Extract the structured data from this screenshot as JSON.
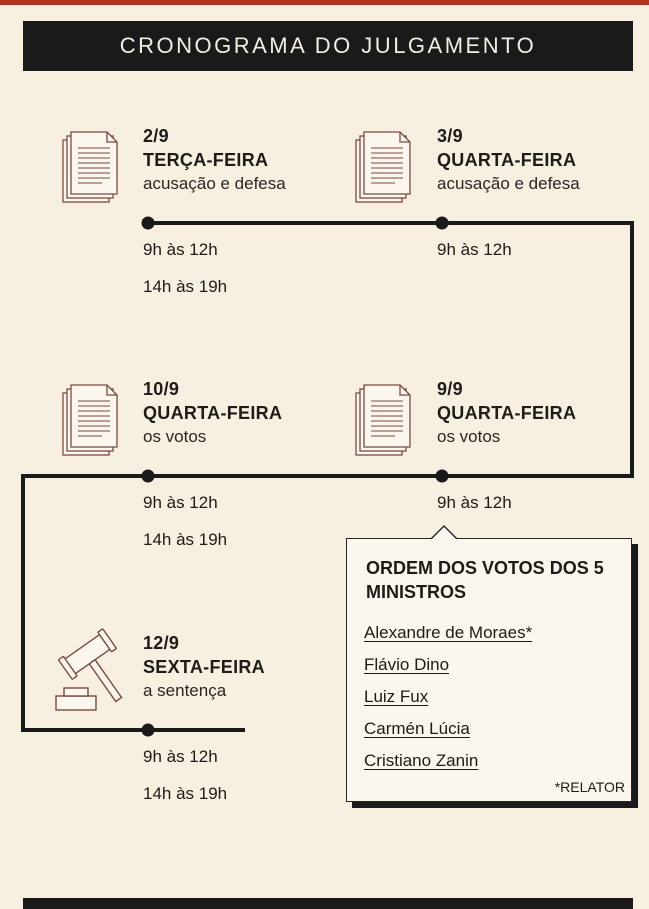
{
  "header": {
    "title": "CRONOGRAMA DO JULGAMENTO"
  },
  "sessions": [
    {
      "date": "2/9",
      "day": "TERÇA-FEIRA",
      "desc": "acusação e defesa",
      "icon": "document-icon",
      "times": [
        "9h às 12h",
        "14h às 19h"
      ]
    },
    {
      "date": "3/9",
      "day": "QUARTA-FEIRA",
      "desc": "acusação e defesa",
      "icon": "document-icon",
      "times": [
        "9h às 12h"
      ]
    },
    {
      "date": "10/9",
      "day": "QUARTA-FEIRA",
      "desc": "os votos",
      "icon": "document-icon",
      "times": [
        "9h às 12h",
        "14h às 19h"
      ]
    },
    {
      "date": "9/9",
      "day": "QUARTA-FEIRA",
      "desc": "os votos",
      "icon": "document-icon",
      "times": [
        "9h às 12h"
      ]
    },
    {
      "date": "12/9",
      "day": "SEXTA-FEIRA",
      "desc": "a sentença",
      "icon": "gavel-icon",
      "times": [
        "9h às 12h",
        "14h às 19h"
      ]
    }
  ],
  "callout": {
    "title": "ORDEM DOS VOTOS DOS 5 MINISTROS",
    "ministers": [
      "Alexandre de Moraes*",
      "Flávio Dino",
      "Luiz Fux",
      "Carmén Lúcia",
      "Cristiano Zanin"
    ],
    "note": "*RELATOR"
  },
  "colors": {
    "background": "#f7f0e0",
    "bar": "#1a1a1a",
    "accent": "#b3341f",
    "icon": "#7a4a3e"
  }
}
